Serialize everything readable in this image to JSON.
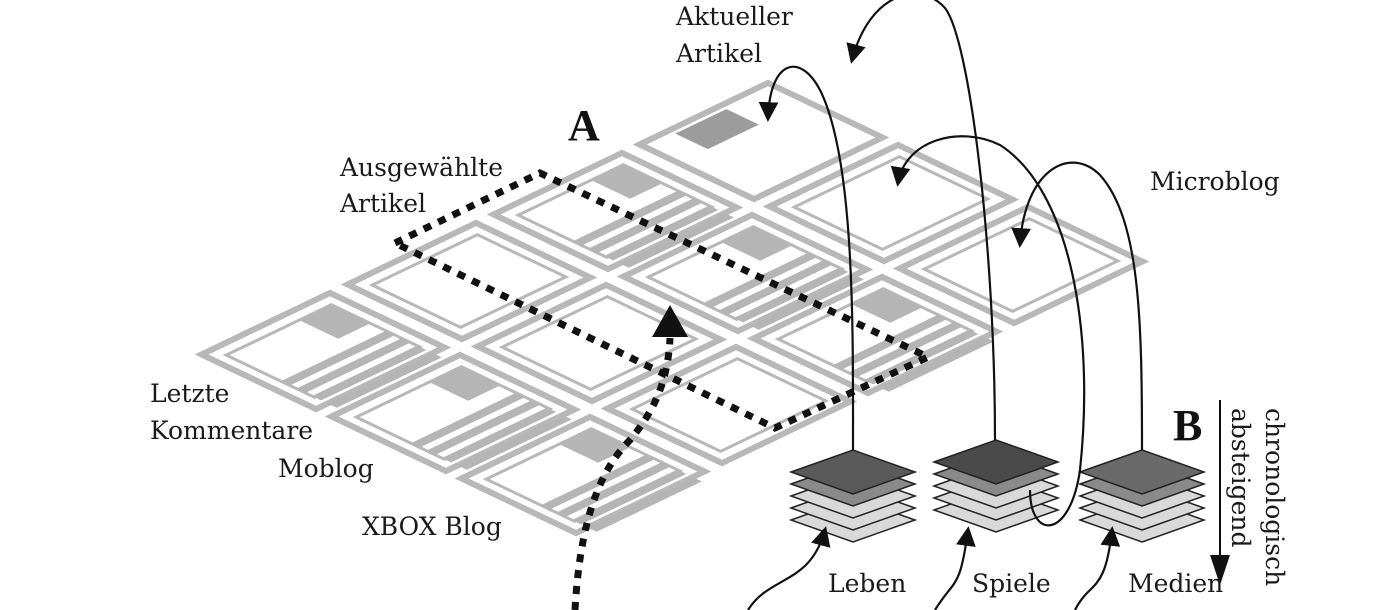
{
  "labels": {
    "aktueller_artikel_line1": "Aktueller",
    "aktueller_artikel_line2": "Artikel",
    "ausgewaehlte_line1": "Ausgewählte",
    "ausgewaehlte_line2": "Artikel",
    "microblog": "Microblog",
    "letzte_line1": "Letzte",
    "letzte_line2": "Kommentare",
    "moblog": "Moblog",
    "xbox_blog": "XBOX Blog",
    "leben": "Leben",
    "spiele": "Spiele",
    "medien": "Medien",
    "chrono_line1": "chronologisch",
    "chrono_line2": "absteigend",
    "marker_a": "A",
    "marker_b": "B"
  }
}
